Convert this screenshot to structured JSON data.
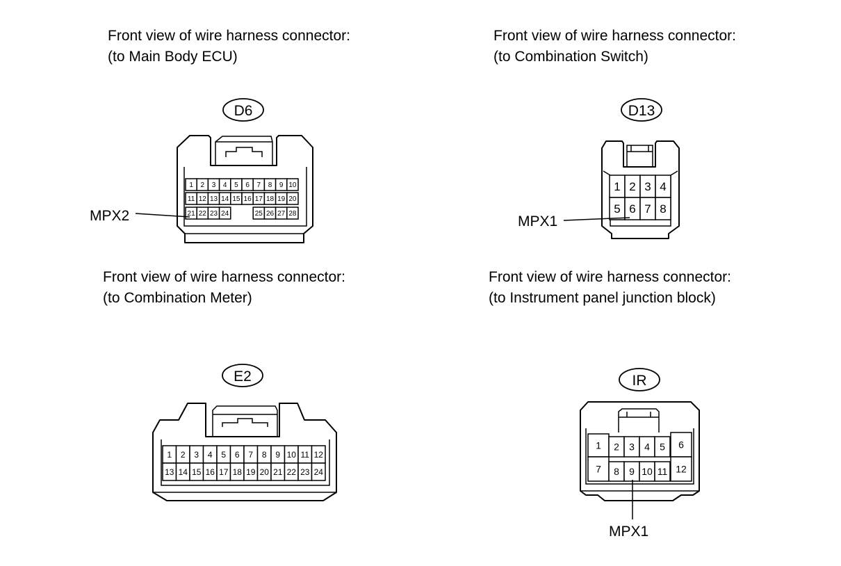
{
  "connectors": {
    "d6": {
      "title_line1": "Front view of wire harness connector:",
      "title_line2": "(to Main Body ECU)",
      "code": "D6",
      "pins": [
        "1",
        "2",
        "3",
        "4",
        "5",
        "6",
        "7",
        "8",
        "9",
        "10",
        "11",
        "12",
        "13",
        "14",
        "15",
        "16",
        "17",
        "18",
        "19",
        "20",
        "21",
        "22",
        "23",
        "24",
        "25",
        "26",
        "27",
        "28"
      ],
      "signal_label": "MPX2",
      "signal_pin": "21"
    },
    "d13": {
      "title_line1": "Front view of wire harness connector:",
      "title_line2": "(to Combination Switch)",
      "code": "D13",
      "pins": [
        "1",
        "2",
        "3",
        "4",
        "5",
        "6",
        "7",
        "8"
      ],
      "signal_label": "MPX1",
      "signal_pin": "6"
    },
    "e2": {
      "title_line1": "Front view of wire harness connector:",
      "title_line2": "(to Combination Meter)",
      "code": "E2",
      "pins": [
        "1",
        "2",
        "3",
        "4",
        "5",
        "6",
        "7",
        "8",
        "9",
        "10",
        "11",
        "12",
        "13",
        "14",
        "15",
        "16",
        "17",
        "18",
        "19",
        "20",
        "21",
        "22",
        "23",
        "24"
      ]
    },
    "ir": {
      "title_line1": "Front view of wire harness connector:",
      "title_line2": "(to Instrument panel junction block)",
      "code": "IR",
      "pins": [
        "1",
        "2",
        "3",
        "4",
        "5",
        "6",
        "7",
        "8",
        "9",
        "10",
        "11",
        "12"
      ],
      "signal_label": "MPX1",
      "signal_pin": "9"
    }
  }
}
